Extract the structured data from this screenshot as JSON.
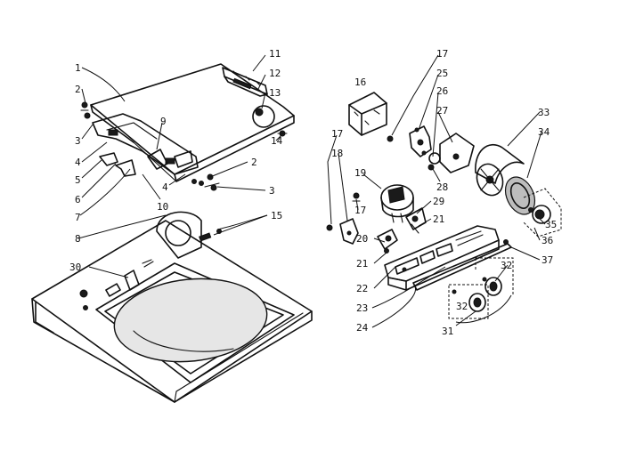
{
  "callouts": [
    {
      "id": "c1",
      "label": "1"
    },
    {
      "id": "c2a",
      "label": "2"
    },
    {
      "id": "c3a",
      "label": "3"
    },
    {
      "id": "c4a",
      "label": "4"
    },
    {
      "id": "c5",
      "label": "5"
    },
    {
      "id": "c6",
      "label": "6"
    },
    {
      "id": "c7",
      "label": "7"
    },
    {
      "id": "c8",
      "label": "8"
    },
    {
      "id": "c9",
      "label": "9"
    },
    {
      "id": "c10",
      "label": "10"
    },
    {
      "id": "c4b",
      "label": "4"
    },
    {
      "id": "c2b",
      "label": "2"
    },
    {
      "id": "c3b",
      "label": "3"
    },
    {
      "id": "c11",
      "label": "11"
    },
    {
      "id": "c12",
      "label": "12"
    },
    {
      "id": "c13",
      "label": "13"
    },
    {
      "id": "c14",
      "label": "14"
    },
    {
      "id": "c15",
      "label": "15"
    },
    {
      "id": "c30",
      "label": "30"
    },
    {
      "id": "c16",
      "label": "16"
    },
    {
      "id": "c17a",
      "label": "17"
    },
    {
      "id": "c25",
      "label": "25"
    },
    {
      "id": "c26",
      "label": "26"
    },
    {
      "id": "c27",
      "label": "27"
    },
    {
      "id": "c28",
      "label": "28"
    },
    {
      "id": "c33",
      "label": "33"
    },
    {
      "id": "c34",
      "label": "34"
    },
    {
      "id": "c17b",
      "label": "17"
    },
    {
      "id": "c18",
      "label": "18"
    },
    {
      "id": "c19",
      "label": "19"
    },
    {
      "id": "c17c",
      "label": "17"
    },
    {
      "id": "c29",
      "label": "29"
    },
    {
      "id": "c21a",
      "label": "21"
    },
    {
      "id": "c20",
      "label": "20"
    },
    {
      "id": "c21b",
      "label": "21"
    },
    {
      "id": "c22",
      "label": "22"
    },
    {
      "id": "c23",
      "label": "23"
    },
    {
      "id": "c24",
      "label": "24"
    },
    {
      "id": "c35",
      "label": "35"
    },
    {
      "id": "c36",
      "label": "36"
    },
    {
      "id": "c37",
      "label": "37"
    },
    {
      "id": "c32a",
      "label": "32"
    },
    {
      "id": "c32b",
      "label": "32"
    },
    {
      "id": "c31",
      "label": "31"
    }
  ]
}
